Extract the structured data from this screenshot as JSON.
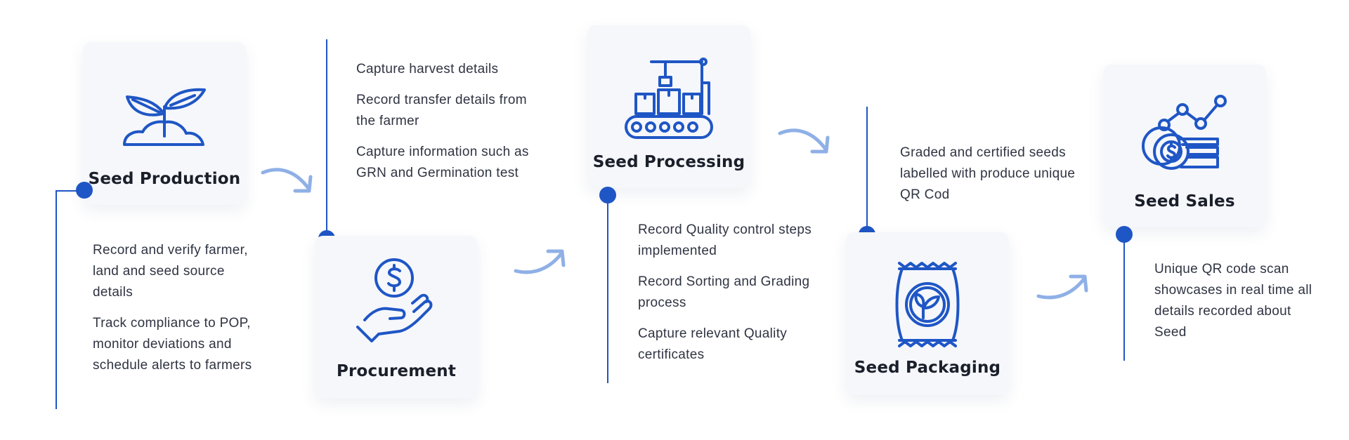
{
  "colors": {
    "accent": "#1f56c5",
    "arrow": "#8fb0e6",
    "card_bg": "#f5f7fb",
    "text": "#2f3442"
  },
  "stages": [
    {
      "title": "Seed Production",
      "icon": "plant-sprout-icon",
      "notes": [
        "Record and verify farmer, land and seed source details",
        "Track compliance to POP, monitor deviations and schedule alerts to farmers"
      ]
    },
    {
      "title": "Procurement",
      "icon": "hand-holding-coin-icon",
      "notes": [
        "Capture harvest details",
        "Record transfer details from the farmer",
        "Capture information such as GRN and Germination test"
      ]
    },
    {
      "title": "Seed Processing",
      "icon": "conveyor-belt-icon",
      "notes": [
        "Record Quality control steps implemented",
        "Record Sorting and Grading process",
        "Capture relevant Quality certificates"
      ]
    },
    {
      "title": "Seed Packaging",
      "icon": "seed-bag-icon",
      "notes": [
        "Graded and certified seeds labelled with produce unique QR Cod"
      ]
    },
    {
      "title": "Seed Sales",
      "icon": "coins-growth-chart-icon",
      "notes": [
        "Unique QR code scan showcases in real time all details recorded about Seed"
      ]
    }
  ]
}
